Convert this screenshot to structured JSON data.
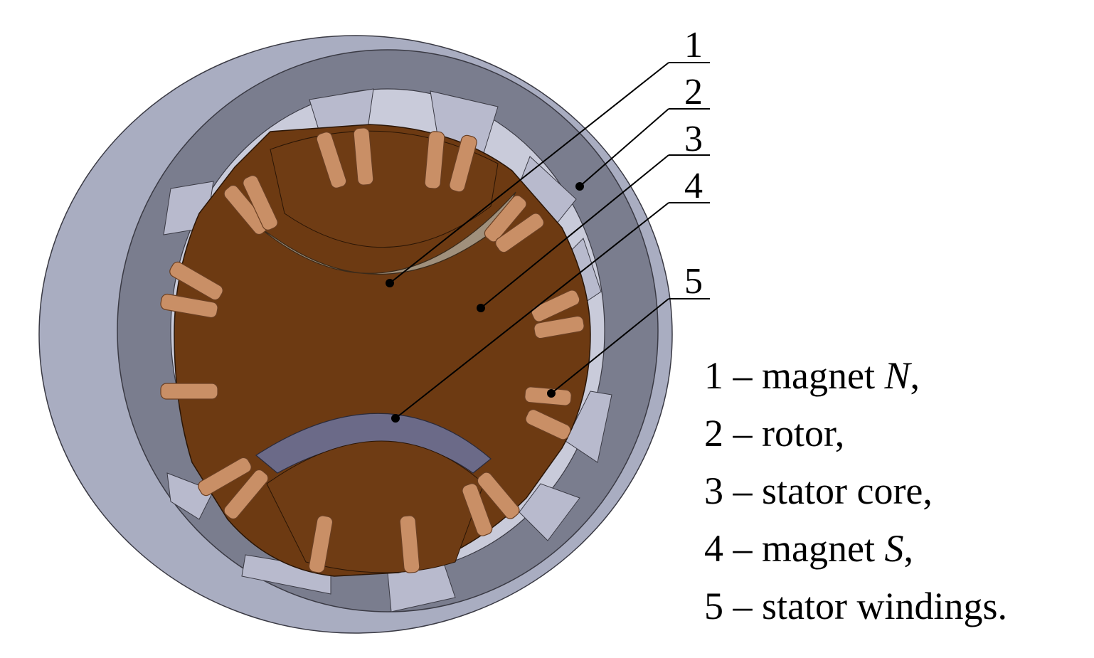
{
  "callouts": [
    {
      "number": "1",
      "target": "magnet N"
    },
    {
      "number": "2",
      "target": "rotor"
    },
    {
      "number": "3",
      "target": "stator core"
    },
    {
      "number": "4",
      "target": "magnet S"
    },
    {
      "number": "5",
      "target": "stator windings"
    }
  ],
  "legend": [
    {
      "num": "1",
      "dash": " – ",
      "text": "magnet ",
      "italic": "N",
      "suffix": ","
    },
    {
      "num": "2",
      "dash": " – ",
      "text": "rotor,",
      "italic": "",
      "suffix": ""
    },
    {
      "num": "3",
      "dash": " – ",
      "text": "stator core,",
      "italic": "",
      "suffix": ""
    },
    {
      "num": "4",
      "dash": " – ",
      "text": "magnet ",
      "italic": "S",
      "suffix": ","
    },
    {
      "num": "5",
      "dash": " – ",
      "text": "stator windings.",
      "italic": "",
      "suffix": ""
    }
  ],
  "colors": {
    "housing_outer": "#a9adc1",
    "housing_face": "#7a7d8e",
    "housing_dark": "#5f6270",
    "slot_light": "#c9cbda",
    "rotor": "#6d3a12",
    "rotor_dark": "#4d2708",
    "magnet_n": "#a0907c",
    "magnet_s": "#6b6a88",
    "winding": "#c98f66",
    "winding_dark": "#8c5a36"
  }
}
